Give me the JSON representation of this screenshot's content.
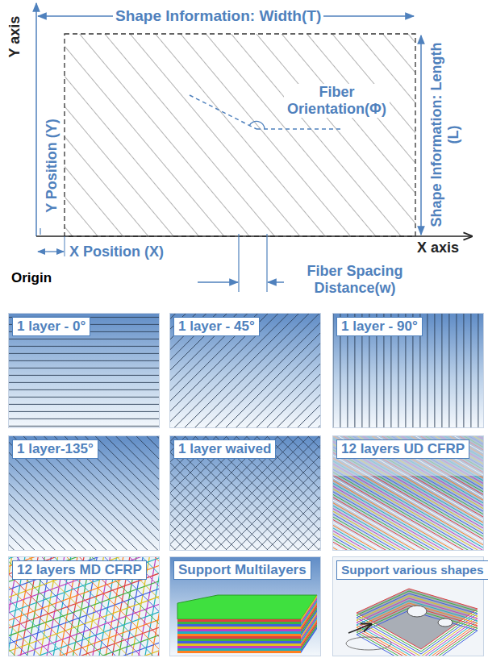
{
  "diagram": {
    "nodes": [
      {
        "text": [
          "1 layer - 0°"
        ]
      },
      {
        "text": [
          "1 layer - 45°"
        ]
      },
      {
        "text": [
          "1 layer - 90°"
        ]
      },
      {
        "text": [
          "1 layer-135°"
        ]
      },
      {
        "text": [
          "1 layer waived"
        ]
      },
      {
        "text": [
          "12 layers UD CFRP"
        ]
      },
      {
        "text": [
          "12 layers MD CFRP"
        ]
      },
      {
        "text": [
          "Support Multilayers"
        ]
      },
      {
        "text": [
          "Support various shapes"
        ]
      }
    ],
    "labels": [
      "Shape Information: Width(T)",
      "Y axis",
      "Fiber Orientation(Φ)",
      "Shape Information: Length (L)",
      "Y Position (Y)",
      "X axis",
      "X Position (X)",
      "Origin",
      "Fiber Spacing Distance(w)"
    ]
  }
}
